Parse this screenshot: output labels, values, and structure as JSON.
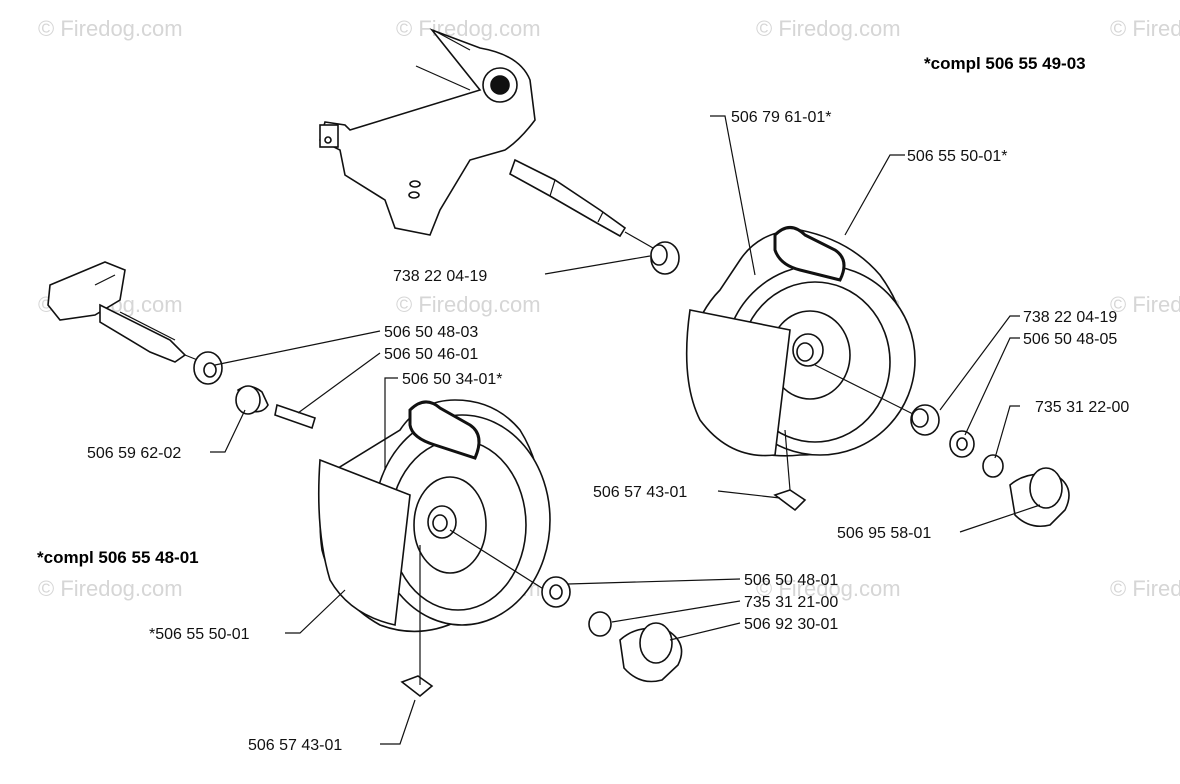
{
  "watermark": "© Firedog.com",
  "kits": {
    "right_kit": "*compl 506 55 49-03",
    "left_kit": "*compl 506 55 48-01"
  },
  "labels": {
    "r_tire_outer": "506 79 61-01*",
    "r_wheel": "506 55 50-01*",
    "r_bearing_top": "738 22 04-19",
    "r_bearing_right": "738 22 04-19",
    "r_washer": "506 50 48-05",
    "r_clip": "735 31 22-00",
    "r_pin": "506 57 43-01",
    "r_cap": "506 95 58-01",
    "l_washer_axle": "506 50 48-03",
    "l_key": "506 50 46-01",
    "l_tire": "506 50 34-01*",
    "l_spacer": "506 59 62-02",
    "l_washer": "506 50 48-01",
    "l_clip": "735 31 21-00",
    "l_cap": "506 92 30-01",
    "l_wheel": "*506 55 50-01",
    "l_pin": "506 57 43-01"
  }
}
